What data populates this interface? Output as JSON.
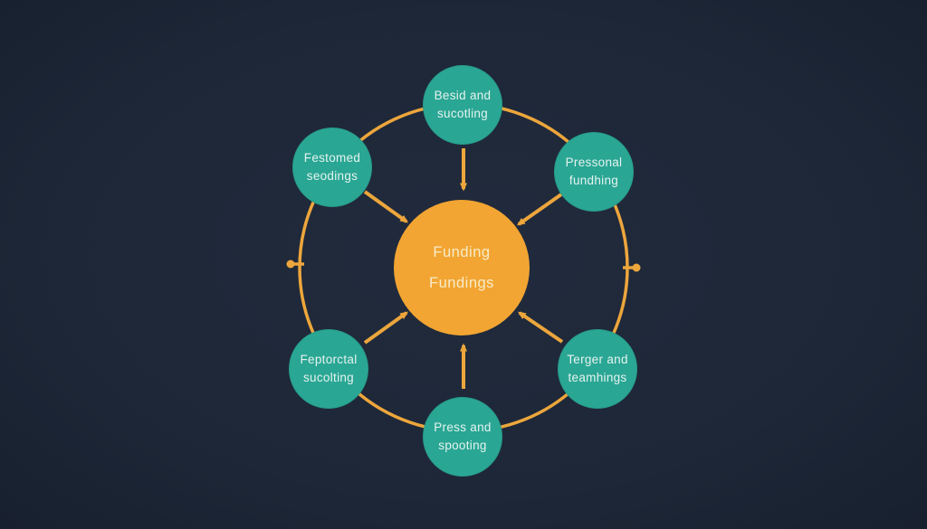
{
  "diagram": {
    "title": "Funding hub-and-spoke diagram",
    "colors": {
      "background": "#1d2737",
      "background_mid": "#212b3d",
      "background_dark": "#17202e",
      "node_teal": "#2aa694",
      "hub_orange": "#f2a532",
      "line_orange": "#eda63c",
      "node_text": "#e4f3ef",
      "hub_text": "#f7ecca"
    },
    "hub": {
      "line1": "Funding",
      "line2": "Fundings"
    },
    "nodes": [
      {
        "id": "top",
        "line1": "Besid and",
        "line2": "sucotling"
      },
      {
        "id": "top-left",
        "line1": "Festomed",
        "line2": "seodings"
      },
      {
        "id": "top-right",
        "line1": "Pressonal",
        "line2": "fundhing"
      },
      {
        "id": "bottom-left",
        "line1": "Feptorctal",
        "line2": "sucolting"
      },
      {
        "id": "bottom-right",
        "line1": "Terger and",
        "line2": "teamhings"
      },
      {
        "id": "bottom",
        "line1": "Press and",
        "line2": "spooting"
      }
    ]
  }
}
